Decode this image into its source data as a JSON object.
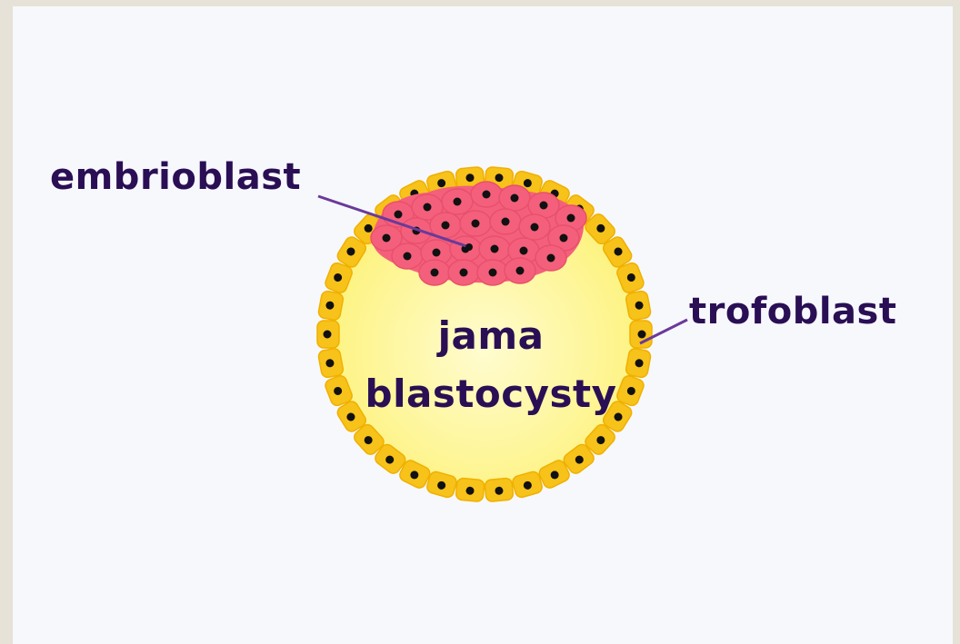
{
  "labels": {
    "embrioblast": "embrioblast",
    "trofoblast": "trofoblast",
    "cavity_line1": "jama",
    "cavity_line2": "blastocysty"
  },
  "colors": {
    "background": "#f7f8fc",
    "frame": "#e6e2d8",
    "trophoblast_cell": "#f7c21a",
    "cavity_center": "#fffcd0",
    "cavity_edge": "#fdf27a",
    "embryoblast_cell": "#f4607c",
    "nucleus": "#111111",
    "text": "#2a0f55",
    "pointer_line": "#6a3a9a"
  },
  "icons": {
    "trophoblast_cell": "rounded-square-cell-with-nucleus",
    "embryoblast_cell": "rounded-cell-with-nucleus"
  }
}
